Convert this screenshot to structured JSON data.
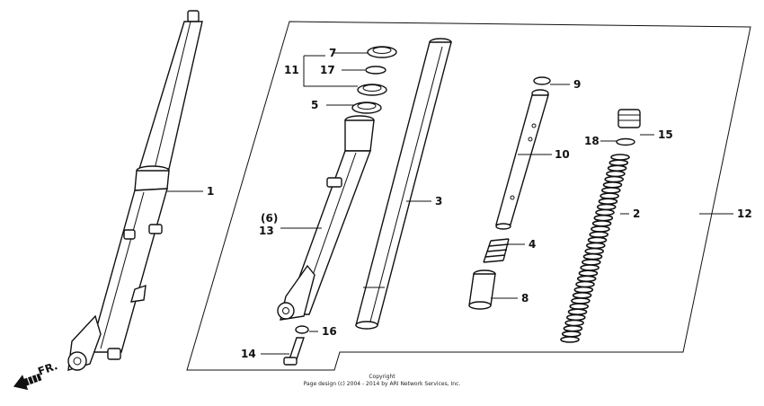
{
  "labels": {
    "l1": "1",
    "l2": "2",
    "l3": "3",
    "l4": "4",
    "l5": "5",
    "l6": "(6)",
    "l7": "7",
    "l8": "8",
    "l9": "9",
    "l10": "10",
    "l11": "11",
    "l12": "12",
    "l13": "13",
    "l14": "14",
    "l15": "15",
    "l16": "16",
    "l17": "17",
    "l18": "18"
  },
  "direction": {
    "text": "FR."
  },
  "copyright": {
    "line1": "Copyright",
    "line2": "Page design (c) 2004 - 2014 by ARI Network Services, Inc."
  }
}
